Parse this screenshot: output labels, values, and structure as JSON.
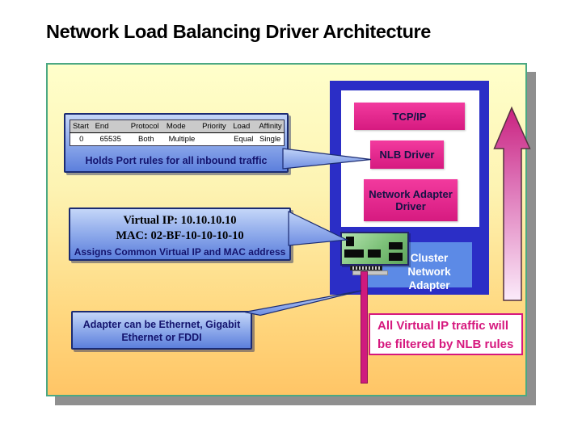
{
  "slide": {
    "title": "Network Load Balancing Driver Architecture"
  },
  "stack": {
    "tcpip": "TCP/IP",
    "nlb": "NLB Driver",
    "nad": "Network Adapter Driver"
  },
  "cluster_adapter": {
    "line1": "Cluster",
    "line2": "Network Adapter"
  },
  "port_rules_table": {
    "headers": [
      "Start",
      "End",
      "Protocol",
      "Mode",
      "Priority",
      "Load",
      "Affinity"
    ],
    "rows": [
      [
        "0",
        "65535",
        "Both",
        "Multiple",
        "",
        "Equal",
        "Single"
      ]
    ]
  },
  "callouts": {
    "port_rules": {
      "caption": "Holds Port rules for all inbound traffic"
    },
    "virtual_ip": {
      "line1": "Virtual IP: 10.10.10.10",
      "line2": "MAC: 02-BF-10-10-10-10",
      "caption": "Assigns Common Virtual IP and MAC address"
    },
    "adapter": {
      "line1": "Adapter can be Ethernet, Gigabit",
      "line2": "Ethernet or FDDI"
    }
  },
  "note": {
    "line1": "All Virtual IP traffic will",
    "line2": "be filtered by NLB rules"
  },
  "colors": {
    "slide_border": "#4BA883",
    "slide_bg_top": "#FFFFCB",
    "slide_bg_bottom": "#FFC566",
    "shadow": "#8F8F8F",
    "stack_box_blue": "#2B2EC6",
    "cluster_box_blue": "#5C8AE6",
    "driver_pink": "#E02489",
    "callout_blue_top": "#C4D6F8",
    "callout_blue_bottom": "#5C7FDC",
    "callout_text": "#14146E",
    "note_magenta": "#D6187E",
    "cable_magenta": "#CF1A7E",
    "adapter_green": "#7CC178"
  }
}
